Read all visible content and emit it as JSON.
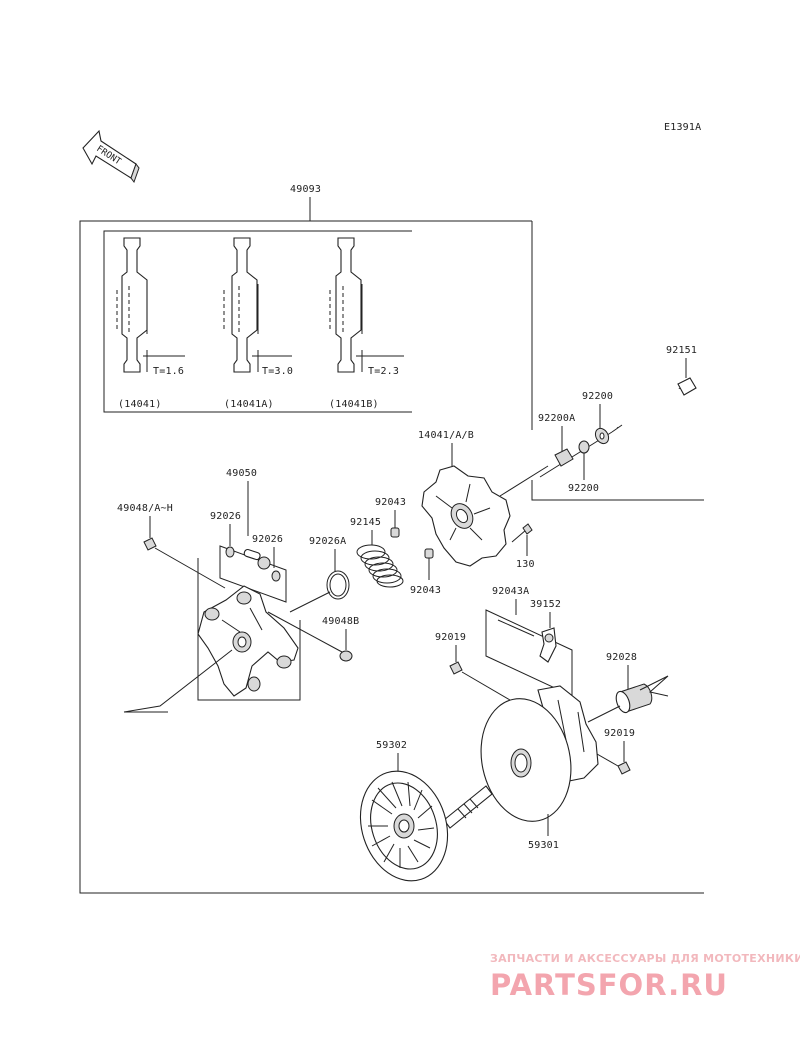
{
  "diagram_code": "E1391A",
  "front_label": "FRONT",
  "labels": {
    "p49093": "49093",
    "p49050": "49050",
    "p49048ah": "49048/A~H",
    "p92026a": "92026",
    "p92026b": "92026",
    "p92026A": "92026A",
    "p92145": "92145",
    "p92043a": "92043",
    "p92043b": "92043",
    "p49048B": "49048B",
    "p14041AB": "14041/A/B",
    "p92151": "92151",
    "p92200top": "92200",
    "p92200A": "92200A",
    "p92200bot": "92200",
    "p130": "130",
    "p92043A": "92043A",
    "p39152": "39152",
    "p92019a": "92019",
    "p92019b": "92019",
    "p92028": "92028",
    "p59302": "59302",
    "p59301": "59301"
  },
  "weights": [
    {
      "thickness": "T=1.6",
      "part": "(14041)"
    },
    {
      "thickness": "T=3.0",
      "part": "(14041A)"
    },
    {
      "thickness": "T=2.3",
      "part": "(14041B)"
    }
  ],
  "watermark": {
    "tagline": "ЗАПЧАСТИ И АКСЕССУАРЫ ДЛЯ МОТОТЕХНИКИ",
    "brand": "PARTSFOR.RU"
  }
}
